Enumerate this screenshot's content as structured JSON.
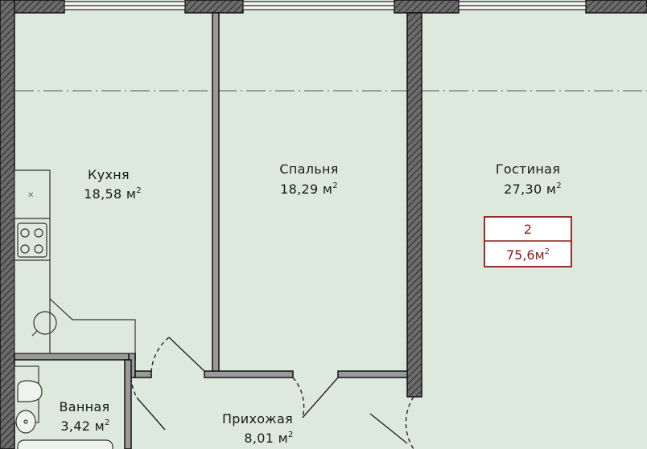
{
  "colors": {
    "floor": "#dde9dc",
    "wall": "#5a5a5a",
    "wall_hatch": "#2a2a2a",
    "wall_edge": "#111111",
    "badge": "#8b1a1a",
    "fixture_stroke": "#333333"
  },
  "rooms": {
    "kitchen": {
      "name": "Кухня",
      "area": "18,58 м",
      "unit_exp": "2"
    },
    "bedroom": {
      "name": "Спальня",
      "area": "18,29 м",
      "unit_exp": "2"
    },
    "living": {
      "name": "Гостиная",
      "area": "27,30 м",
      "unit_exp": "2"
    },
    "bathroom": {
      "name": "Ванная",
      "area": "3,42 м",
      "unit_exp": "2"
    },
    "hallway": {
      "name": "Прихожая",
      "area": "8,01 м",
      "unit_exp": "2"
    }
  },
  "apartment_badge": {
    "rooms": "2",
    "total_area": "75,6м",
    "unit_exp": "2"
  }
}
